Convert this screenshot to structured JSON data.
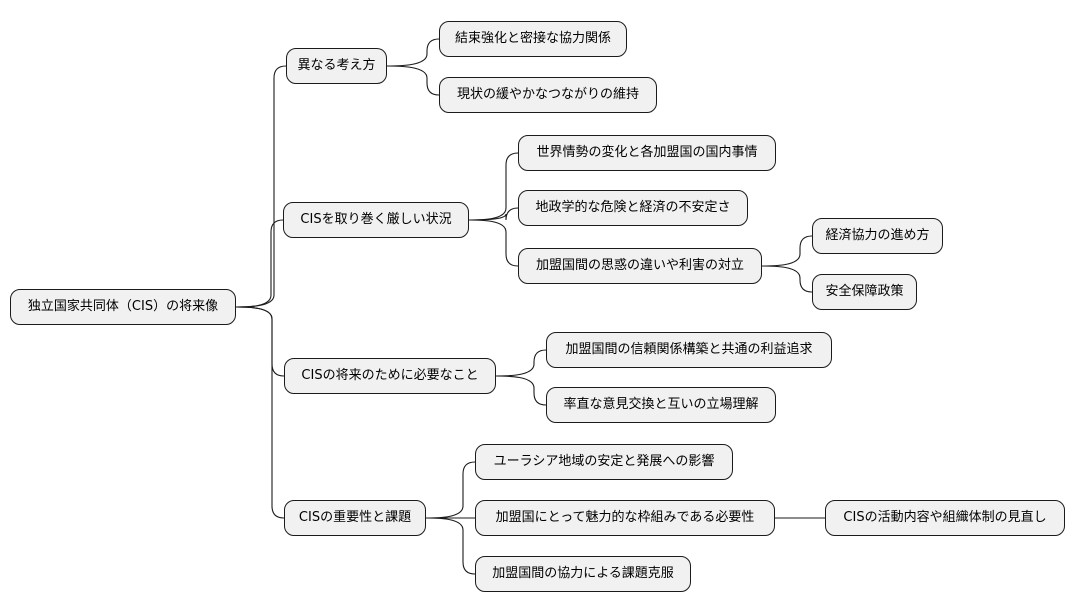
{
  "mindmap": {
    "root": "独立国家共同体（CIS）の将来像",
    "branches": [
      {
        "label": "異なる考え方",
        "children": [
          {
            "label": "結束強化と密接な協力関係"
          },
          {
            "label": "現状の緩やかなつながりの維持"
          }
        ]
      },
      {
        "label": "CISを取り巻く厳しい状況",
        "children": [
          {
            "label": "世界情勢の変化と各加盟国の国内事情"
          },
          {
            "label": "地政学的な危険と経済の不安定さ"
          },
          {
            "label": "加盟国間の思惑の違いや利害の対立",
            "children": [
              {
                "label": "経済協力の進め方"
              },
              {
                "label": "安全保障政策"
              }
            ]
          }
        ]
      },
      {
        "label": "CISの将来のために必要なこと",
        "children": [
          {
            "label": "加盟国間の信頼関係構築と共通の利益追求"
          },
          {
            "label": "率直な意見交換と互いの立場理解"
          }
        ]
      },
      {
        "label": "CISの重要性と課題",
        "children": [
          {
            "label": "ユーラシア地域の安定と発展への影響"
          },
          {
            "label": "加盟国にとって魅力的な枠組みである必要性",
            "children": [
              {
                "label": "CISの活動内容や組織体制の見直し"
              }
            ]
          },
          {
            "label": "加盟国間の協力による課題克服"
          }
        ]
      }
    ]
  }
}
